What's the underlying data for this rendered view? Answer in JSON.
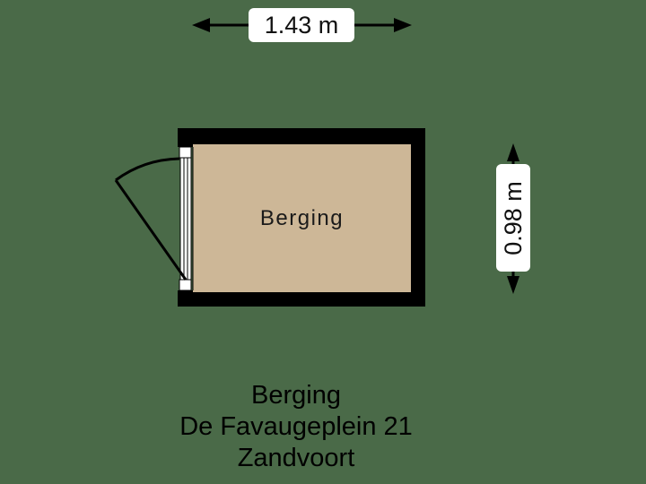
{
  "floorplan": {
    "colors": {
      "background": "#4a6a48",
      "wall": "#000000",
      "floor": "#cdb797",
      "label_bg": "#ffffff",
      "text": "#111111"
    },
    "dimensions": {
      "width_label": "1.43 m",
      "depth_label": "0.98 m"
    },
    "rooms": [
      {
        "name": "Berging"
      }
    ],
    "door": {
      "position": "left wall",
      "swing": "outward"
    }
  },
  "caption": {
    "line1": "Berging",
    "line2": "De Favaugeplein 21",
    "line3": "Zandvoort"
  }
}
